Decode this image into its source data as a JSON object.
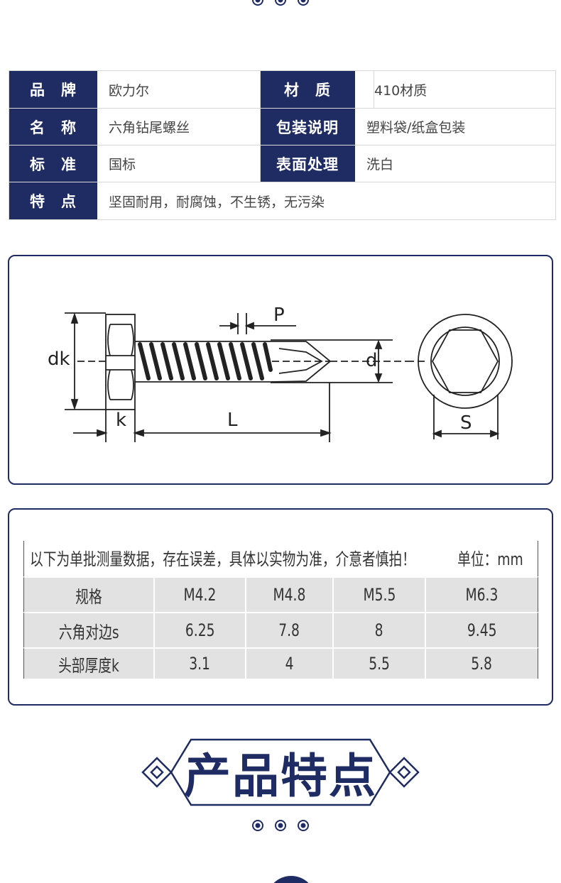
{
  "colors": {
    "accent": "#1f2b63",
    "label_text": "#ffffff",
    "table_bg": "#e2e2e2"
  },
  "spec_table": {
    "rows": [
      {
        "label1": "品　牌",
        "value1": "欧力尔",
        "label2": "材　质",
        "value2": "410材质"
      },
      {
        "label1": "名　称",
        "value1": "六角钻尾螺丝",
        "label2": "包装说明",
        "value2": "塑料袋/纸盒包装"
      },
      {
        "label1": "标　准",
        "value1": "国标",
        "label2": "表面处理",
        "value2": "洗白"
      },
      {
        "label1": "特　点",
        "value1": "坚固耐用，耐腐蚀，不生锈，无污染"
      }
    ]
  },
  "diagram": {
    "labels": {
      "dk": "dk",
      "k": "k",
      "L": "L",
      "P": "P",
      "d": "d",
      "S": "S"
    }
  },
  "measure_table": {
    "note": "以下为单批测量数据，存在误差，具体以实物为准，介意者慎拍！",
    "unit": "单位：mm",
    "rows": [
      [
        "规格",
        "M4.2",
        "M4.8",
        "M5.5",
        "M6.3"
      ],
      [
        "六角对边s",
        "6.25",
        "7.8",
        "8",
        "9.45"
      ],
      [
        "头部厚度k",
        "3.1",
        "4",
        "5.5",
        "5.8"
      ]
    ]
  },
  "feature_section": {
    "title": "产品特点"
  },
  "icons": [
    "radio-dot-icon",
    "diamond-ornament-icon"
  ]
}
